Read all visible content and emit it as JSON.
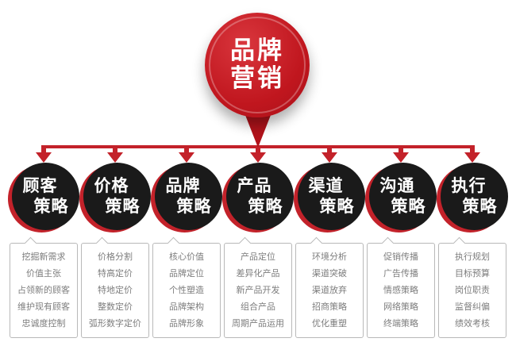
{
  "pin": {
    "line1": "品牌",
    "line2": "营销"
  },
  "colors": {
    "accent_red": "#c3222a",
    "pin_red": "#c0161e",
    "circle_black": "#1a1a1a",
    "detail_text_gray": "#7d7d7d",
    "box_border_gray": "#b9b9b9"
  },
  "columns": [
    {
      "circle_line1": "顾客",
      "circle_line2": "策略",
      "items": [
        "挖掘新需求",
        "价值主张",
        "占领新的顾客",
        "维护现有顾客",
        "忠诚度控制"
      ]
    },
    {
      "circle_line1": "价格",
      "circle_line2": "策略",
      "items": [
        "价格分割",
        "特高定价",
        "特地定价",
        "整数定价",
        "弧形数字定价"
      ]
    },
    {
      "circle_line1": "品牌",
      "circle_line2": "策略",
      "items": [
        "核心价值",
        "品牌定位",
        "个性塑造",
        "品牌架构",
        "品牌形象"
      ]
    },
    {
      "circle_line1": "产品",
      "circle_line2": "策略",
      "items": [
        "产品定位",
        "差异化产品",
        "新产品开发",
        "组合产品",
        "周期产品运用"
      ]
    },
    {
      "circle_line1": "渠道",
      "circle_line2": "策略",
      "items": [
        "环境分析",
        "渠道突破",
        "渠道放弃",
        "招商策略",
        "优化重塑"
      ]
    },
    {
      "circle_line1": "沟通",
      "circle_line2": "策略",
      "items": [
        "促销传播",
        "广告传播",
        "情感策略",
        "网络策略",
        "终端策略"
      ]
    },
    {
      "circle_line1": "执行",
      "circle_line2": "策略",
      "items": [
        "执行规划",
        "目标预算",
        "岗位职责",
        "监督纠偏",
        "绩效考核"
      ]
    }
  ]
}
